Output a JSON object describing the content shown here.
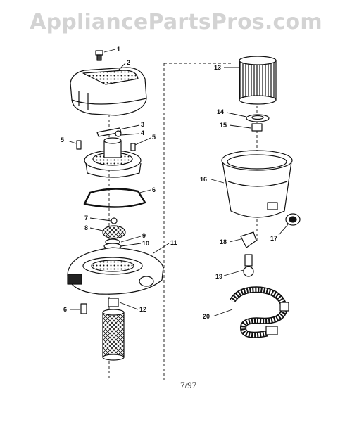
{
  "watermark": "AppliancePartsPros.com",
  "footer_date": "7/97",
  "callouts": [
    {
      "id": "1",
      "label": "1"
    },
    {
      "id": "2",
      "label": "2"
    },
    {
      "id": "3",
      "label": "3"
    },
    {
      "id": "4",
      "label": "4"
    },
    {
      "id": "5a",
      "label": "5"
    },
    {
      "id": "5b",
      "label": "5"
    },
    {
      "id": "6",
      "label": "6"
    },
    {
      "id": "6b",
      "label": "6"
    },
    {
      "id": "7",
      "label": "7"
    },
    {
      "id": "8",
      "label": "8"
    },
    {
      "id": "9",
      "label": "9"
    },
    {
      "id": "10",
      "label": "10"
    },
    {
      "id": "11",
      "label": "11"
    },
    {
      "id": "12",
      "label": "12"
    },
    {
      "id": "13",
      "label": "13"
    },
    {
      "id": "14",
      "label": "14"
    },
    {
      "id": "15",
      "label": "15"
    },
    {
      "id": "16",
      "label": "16"
    },
    {
      "id": "17",
      "label": "17"
    },
    {
      "id": "18",
      "label": "18"
    },
    {
      "id": "19",
      "label": "19"
    },
    {
      "id": "20",
      "label": "20"
    }
  ],
  "colors": {
    "ink": "#111111",
    "watermark": "#d3d3d3",
    "background": "#ffffff"
  }
}
